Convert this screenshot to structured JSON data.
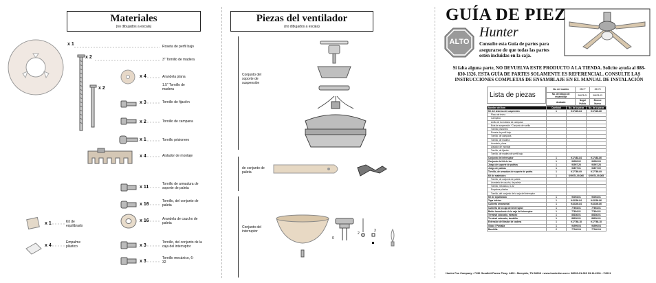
{
  "materials": {
    "title": "Materiales",
    "subtitle": "(no dibujados a escala)",
    "items": [
      {
        "qty": "x 1",
        "label": "Roseta de perfil bajo"
      },
      {
        "qty": "x 2",
        "label": "3\" Tornillo de madera"
      },
      {
        "qty": "x 4",
        "label": "Arandela plana"
      },
      {
        "qty": "x 2",
        "label": "1.5\" Tornillo de madera"
      },
      {
        "qty": "x 3",
        "label": "Tornillo de fijación"
      },
      {
        "qty": "x 2",
        "label": "Tornillo de campana"
      },
      {
        "qty": "x 1",
        "label": "Tornillo prisionero"
      },
      {
        "qty": "x 4",
        "label": "Aislador de montaje"
      },
      {
        "qty": "x 11",
        "label": "Tornillo de armadura de soporte de paleta"
      },
      {
        "qty": "x 16",
        "label": "Tornillo, del conjunto de paleta"
      },
      {
        "qty": "x 16",
        "label": "Arandela de caucho de paleta"
      },
      {
        "qty": "x 1",
        "label": "Kit de equilibrado"
      },
      {
        "qty": "x 4",
        "label": "Empalme plástico"
      },
      {
        "qty": "x 3",
        "label": "Tornillo, del conjunto de la caja del interruptor"
      },
      {
        "qty": "x 3",
        "label": "Tornillo mecánico, 6-32"
      }
    ]
  },
  "fan_parts": {
    "title": "Piezas del ventilador",
    "subtitle": "(no dibujados a escala)",
    "groups": [
      {
        "label": "Conjunto del soporte de suspensión"
      },
      {
        "label": "de conjunto de paleta"
      },
      {
        "label": "Conjunto del interruptor"
      }
    ],
    "switch_markers": [
      "0",
      "2",
      "3"
    ]
  },
  "guide": {
    "title": "GUÍA DE PIEZAS",
    "brand": "Hunter",
    "stop_sign": "ALTO",
    "intro": "Consulte esta Guía de partes para asegurarse de que todas las partes estén incluidas en la caja.",
    "warning": "Si falta alguna parte, NO DEVUELVA ESTE PRODUCTO A LA TIENDA. Solicite ayuda al 888-830-1326. ESTA GUÍA DE PARTES SOLAMENTE ES REFERENCIAL. CONSULTE LAS INSTRUCCIONES COMPLETAS DE ENSAMBLAJE EN EL MANUAL DE INSTALACIÓN"
  },
  "parts_list": {
    "title": "Lista de piezas",
    "meta": [
      {
        "label": "No. del modelo",
        "v1": "28177",
        "v2": "28178"
      },
      {
        "label": "No. del dibujo de ensamblaje",
        "v1": "96678-01",
        "v2": "96678-03"
      },
      {
        "label": "Acabado",
        "v1": "Nogal Pulido",
        "v2": "Bronce Nuevo"
      }
    ],
    "columns": [
      "Nombre del item",
      "Cantidad",
      "No. de la pieza",
      "No. de la pieza"
    ],
    "rows": [
      {
        "name": "Kit del sistema de suspensión",
        "qty": "1",
        "p1": "K17226-84",
        "p2": "K17226-86",
        "style": "bold"
      },
      {
        "name": "Placa de techo",
        "qty": "",
        "p1": "",
        "p2": "",
        "style": "sub"
      },
      {
        "name": "Campana",
        "qty": "",
        "p1": "",
        "p2": "",
        "style": "sub"
      },
      {
        "name": "Anillo de la moldura de campana",
        "qty": "",
        "p1": "",
        "p2": "",
        "style": "sub"
      },
      {
        "name": "Bola de suspensión / Conjunto de varilla",
        "qty": "",
        "p1": "",
        "p2": "",
        "style": "sub"
      },
      {
        "name": "Tornillo prisionero",
        "qty": "",
        "p1": "",
        "p2": "",
        "style": "sub"
      },
      {
        "name": "Roseta de perfil bajo",
        "qty": "",
        "p1": "",
        "p2": "",
        "style": "sub"
      },
      {
        "name": "Tornillo, de campana",
        "qty": "",
        "p1": "",
        "p2": "",
        "style": "sub"
      },
      {
        "name": "Tornillo, de madera",
        "qty": "",
        "p1": "",
        "p2": "",
        "style": "sub"
      },
      {
        "name": "Arandela, plana",
        "qty": "",
        "p1": "",
        "p2": "",
        "style": "sub"
      },
      {
        "name": "Aislador de montaje",
        "qty": "",
        "p1": "",
        "p2": "",
        "style": "sub"
      },
      {
        "name": "Tornillo, de fijación",
        "qty": "",
        "p1": "",
        "p2": "",
        "style": "sub"
      },
      {
        "name": "Tornillo, de madera de perfil bajo",
        "qty": "",
        "p1": "",
        "p2": "",
        "style": "sub"
      },
      {
        "name": "Conjunto del interruptor",
        "qty": "1",
        "p1": "K17483-84",
        "p2": "K17483-86",
        "style": "bold"
      },
      {
        "name": "Conjunto del kit de luz",
        "qty": "1",
        "p1": "96352-02",
        "p2": "96352-03",
        "style": "bold"
      },
      {
        "name": "Juego de soporte de paletas",
        "qty": "1",
        "p1": "93997-26",
        "p2": "93997-28",
        "style": "bold"
      },
      {
        "name": "Juego de paletas",
        "qty": "1",
        "p1": "93877-01",
        "p2": "93877-09",
        "style": "bold"
      },
      {
        "name": "Tornillo, de armadura de soporte de paleta",
        "qty": "1",
        "p1": "K17769-09",
        "p2": "K17769-09",
        "style": "bold"
      },
      {
        "name": "Kit de materiales",
        "qty": "1",
        "p1": "K99074-09-060",
        "p2": "K99074-09-065",
        "style": "bold"
      },
      {
        "name": "Tornillo, de conjunto de paleta",
        "qty": "",
        "p1": "",
        "p2": "",
        "style": "sub"
      },
      {
        "name": "Arandela de caucho, de paleta",
        "qty": "",
        "p1": "",
        "p2": "",
        "style": "sub"
      },
      {
        "name": "Tornillo, mecánico, 6-32",
        "qty": "",
        "p1": "",
        "p2": "",
        "style": "sub"
      },
      {
        "name": "Empalme plástico",
        "qty": "",
        "p1": "",
        "p2": "",
        "style": "sub"
      },
      {
        "name": "Tornillo, del conjunto de la caja del interruptor",
        "qty": "",
        "p1": "",
        "p2": "",
        "style": "sub"
      },
      {
        "name": "Kit de equilibrado",
        "qty": "1",
        "p1": "93093-01",
        "p2": "93093-01",
        "style": "bold"
      },
      {
        "name": "Tapa inferior",
        "qty": "1",
        "p1": "K43290-84",
        "p2": "K43290-86",
        "style": "bold"
      },
      {
        "name": "Cubierta ornamental",
        "qty": "1",
        "p1": "K43249-84",
        "p2": "K43249-86",
        "style": "bold"
      },
      {
        "name": "Cubierta de la caja del interruptor",
        "qty": "1",
        "p1": "77693-01",
        "p2": "77693-01",
        "style": "bold"
      },
      {
        "name": "Botón basculante de la caja del interruptor",
        "qty": "1",
        "p1": "77694-01",
        "p2": "77694-01",
        "style": "bold"
      },
      {
        "name": "Terminal colocado, mirando",
        "qty": "1",
        "p1": "88186-01",
        "p2": "88186-01",
        "style": "bold"
      },
      {
        "name": "Terminal colocado, bombilla",
        "qty": "1",
        "p1": "88200-01",
        "p2": "88200-01",
        "style": "bold"
      },
      {
        "name": "Extensión del tirador de cadena",
        "qty": "1",
        "p1": "K17768-18",
        "p2": "K17768-18",
        "style": "bold"
      },
      {
        "name": "Globo / Pantalla",
        "qty": "1",
        "p1": "94999-04",
        "p2": "94999-04",
        "style": "bold"
      },
      {
        "name": "Bombilla",
        "qty": "2",
        "p1": "77040-04",
        "p2": "77040-04",
        "style": "bold"
      }
    ]
  },
  "footer": "Hunter Fan Company  •  7130 Goodlett Farms Pkwy. #400  •  Memphis, TN 38016  •  www.hunterfan.com  •  98000-01-069  03-11-2011  •  ©2011",
  "colors": {
    "stop_sign": "#9a9a9a",
    "header_bg": "#111111"
  }
}
